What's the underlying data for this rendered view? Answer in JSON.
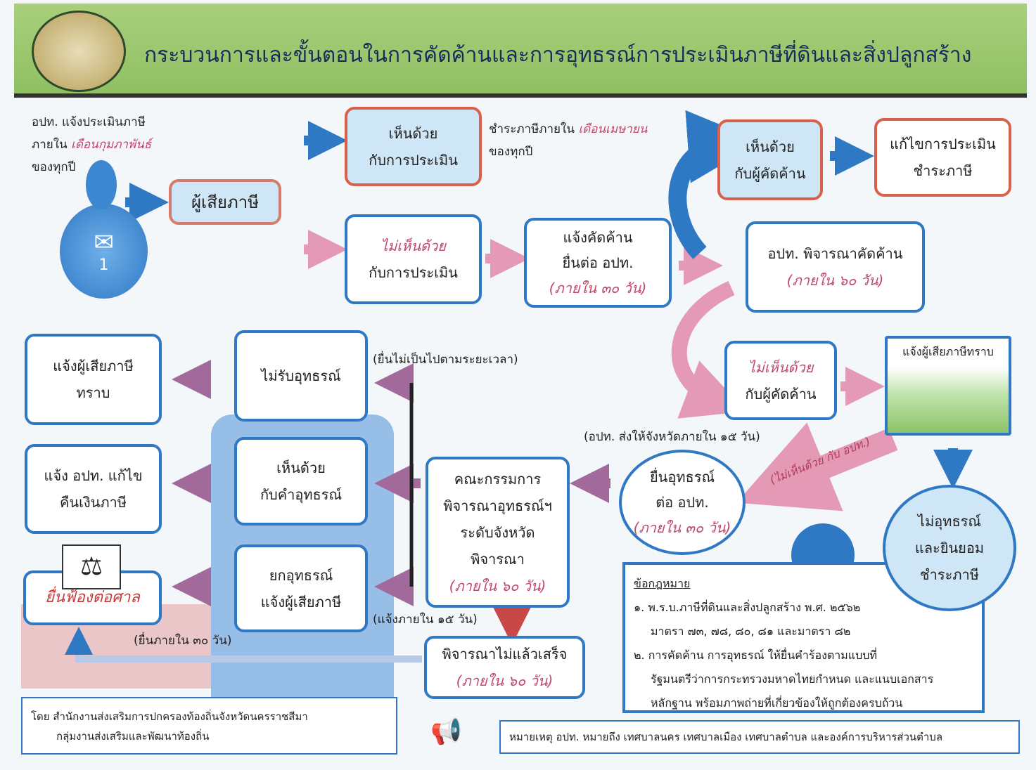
{
  "header": {
    "title": "กระบวนการและขั้นตอนในการคัดค้านและการอุทธรณ์การประเมินภาษีที่ดินและสิ่งปลูกสร้าง"
  },
  "intro": {
    "line1": "อปท. แจ้งประเมินภาษี",
    "line2a": "ภายใน",
    "line2b": "เดือนกุมภาพันธ์",
    "line3": "ของทุกปี",
    "step_number": "1"
  },
  "taxpayer": "ผู้เสียภาษี",
  "agree_assessment": {
    "l1": "เห็นด้วย",
    "l2": "กับการประเมิน"
  },
  "pay_note": {
    "l1a": "ชำระภาษีภายใน",
    "l1b": "เดือนเมษายน",
    "l2": "ของทุกปี"
  },
  "disagree_assessment": {
    "l1": "ไม่เห็นด้วย",
    "l2": "กับการประเมิน"
  },
  "file_objection": {
    "l1": "แจ้งคัดค้าน",
    "l2": "ยื่นต่อ อปท.",
    "l3": "(ภายใน ๓๐ วัน)"
  },
  "agree_objector": {
    "l1": "เห็นด้วย",
    "l2": "กับผู้คัดค้าน"
  },
  "fix_assessment": {
    "l1": "แก้ไขการประเมิน",
    "l2": "ชำระภาษี"
  },
  "lao_consider": {
    "l1": "อปท. พิจารณาคัดค้าน",
    "l2": "(ภายใน ๖๐ วัน)"
  },
  "disagree_objector": {
    "l1": "ไม่เห็นด้วย",
    "l2": "กับผู้คัดค้าน"
  },
  "notify_taxpayer_img": "แจ้งผู้เสียภาษีทราบ",
  "send_province": "(อปท. ส่งให้จังหวัดภายใน ๑๕ วัน)",
  "disagree_lao_arrow": "(ไม่เห็นด้วย กับ อปท.)",
  "file_appeal": {
    "l1": "ยื่นอุทธรณ์",
    "l2": "ต่อ อปท.",
    "l3": "(ภายใน ๓๐ วัน)"
  },
  "no_appeal": {
    "l1": "ไม่อุทธรณ์",
    "l2": "และยินยอม",
    "l3": "ชำระภาษี"
  },
  "committee": {
    "l1": "คณะกรรมการ",
    "l2": "พิจารณาอุทธรณ์ฯ",
    "l3": "ระดับจังหวัด",
    "l4": "พิจารณา",
    "l5": "(ภายใน ๖๐ วัน)"
  },
  "not_finished": {
    "l1": "พิจารณาไม่แล้วเสร็จ",
    "l2": "(ภายใน ๖๐ วัน)"
  },
  "late_filing": "(ยื่นไม่เป็นไปตามระยะเวลา)",
  "reject_appeal": "ไม่รับอุทธรณ์",
  "agree_appeal": {
    "l1": "เห็นด้วย",
    "l2": "กับคำอุทธรณ์"
  },
  "dismiss_appeal": {
    "l1": "ยกอุทธรณ์",
    "l2": "แจ้งผู้เสียภาษี"
  },
  "notify_15": "(แจ้งภายใน ๑๕ วัน)",
  "notify_taxpayer": {
    "l1": "แจ้งผู้เสียภาษี",
    "l2": "ทราบ"
  },
  "notify_lao_refund": {
    "l1": "แจ้ง อปท. แก้ไข",
    "l2": "คืนเงินภาษี"
  },
  "court": "ยื่นฟ้องต่อศาล",
  "court_30": "(ยื่นภายใน ๓๐ วัน)",
  "legal": {
    "title": "ข้อกฎหมาย",
    "items": [
      "๑. พ.ร.บ.ภาษีที่ดินและสิ่งปลูกสร้าง พ.ศ. ๒๕๖๒",
      "มาตรา ๗๓, ๗๘, ๘๐, ๘๑ และมาตรา ๘๒",
      "๒. การคัดค้าน การอุทธรณ์ ให้ยื่นคำร้องตามแบบที่",
      "รัฐมนตรีว่าการกระทรวงมหาดไทยกำหนด และแนบเอกสาร",
      "หลักฐาน พร้อมภาพถ่ายที่เกี่ยวข้องให้ถูกต้องครบถ้วน"
    ]
  },
  "footer": {
    "by": "โดย สำนักงานส่งเสริมการปกครองท้องถิ่นจังหวัดนครราชสีมา",
    "group": "กลุ่มงานส่งเสริมและพัฒนาท้องถิ่น",
    "note": "หมายเหตุ อปท. หมายถึง เทศบาลนคร เทศบาลเมือง เทศบาลตำบล และองค์การบริหารส่วนตำบล"
  },
  "colors": {
    "blue": "#2f78c4",
    "pink": "#e49ab5",
    "red": "#d9604a",
    "header": "#9bc86e"
  }
}
